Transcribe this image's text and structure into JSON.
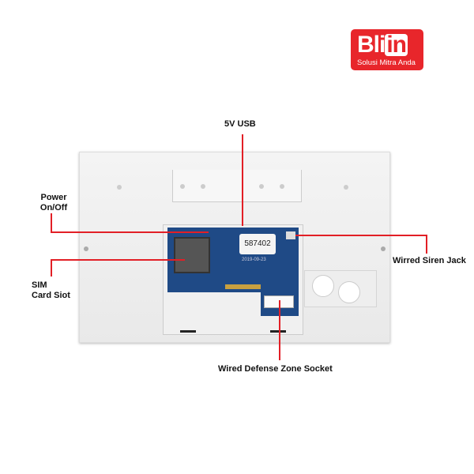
{
  "logo": {
    "brand_prefix": "Bli",
    "brand_suffix": "in",
    "tagline": "Solusi Mitra Anda"
  },
  "device": {
    "serial_sticker": "587402",
    "date_print": "2019-09-23"
  },
  "labels": {
    "usb": "5V USB",
    "power_line1": "Power",
    "power_line2": "On/Off",
    "siren": "Wirred Siren Jack",
    "sim_line1": "SIM",
    "sim_line2": "Card Siot",
    "zone": "Wired Defense Zone Socket"
  },
  "colors": {
    "accent": "#e21f26",
    "pcb": "#1f4a86"
  }
}
